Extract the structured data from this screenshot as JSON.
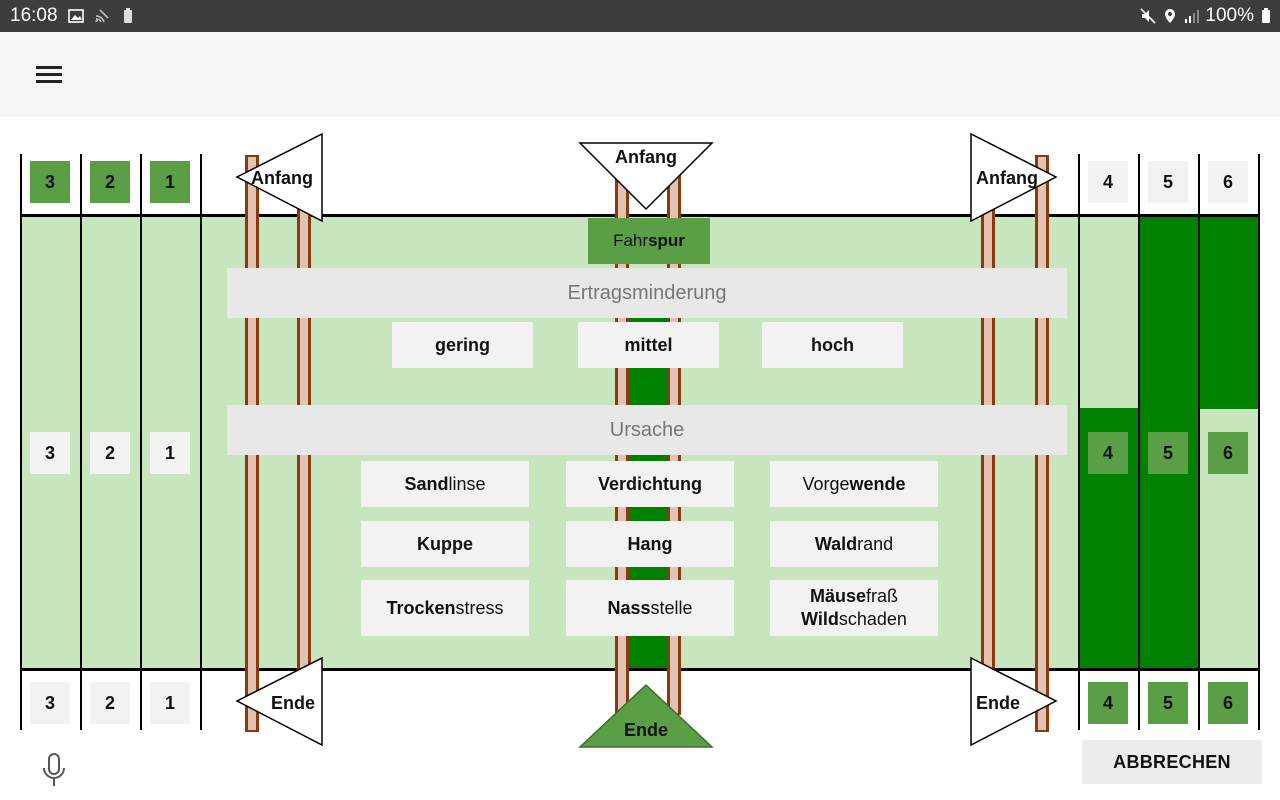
{
  "status_bar": {
    "time": "16:08",
    "battery": "100%",
    "left_icons": [
      "image-icon",
      "cast-icon",
      "battery-saver-icon"
    ],
    "right_icons": [
      "mute-icon",
      "location-icon",
      "signal-icon",
      "battery-icon"
    ]
  },
  "toolbar": {
    "menu_icon": "hamburger-menu-icon"
  },
  "colors": {
    "light_green": "#c8e6bd",
    "dark_green": "#008000",
    "accent_green": "#5a9f45",
    "post_border": "#8b3a0e",
    "post_fill": "#e0c3b3"
  },
  "left_numbers_top": [
    {
      "label": "3",
      "active": true
    },
    {
      "label": "2",
      "active": true
    },
    {
      "label": "1",
      "active": true
    }
  ],
  "left_numbers_mid": [
    {
      "label": "3",
      "active": false
    },
    {
      "label": "2",
      "active": false
    },
    {
      "label": "1",
      "active": false
    }
  ],
  "left_numbers_bottom": [
    {
      "label": "3",
      "active": false
    },
    {
      "label": "2",
      "active": false
    },
    {
      "label": "1",
      "active": false
    }
  ],
  "right_numbers_top": [
    {
      "label": "4",
      "active": false
    },
    {
      "label": "5",
      "active": false
    },
    {
      "label": "6",
      "active": false
    }
  ],
  "right_numbers_mid": [
    {
      "label": "4",
      "active": true
    },
    {
      "label": "5",
      "active": true
    },
    {
      "label": "6",
      "active": true
    }
  ],
  "right_numbers_bottom": [
    {
      "label": "4",
      "active": true
    },
    {
      "label": "5",
      "active": true
    },
    {
      "label": "6",
      "active": true
    }
  ],
  "markers": {
    "left_start": "Anfang",
    "center_start": "Anfang",
    "right_start": "Anfang",
    "left_end": "Ende",
    "center_end": "Ende",
    "right_end": "Ende"
  },
  "fahrspur": {
    "normal": "Fahr",
    "bold": "spur"
  },
  "ertragsminderung": {
    "title": "Ertragsminderung",
    "options": [
      "gering",
      "mittel",
      "hoch"
    ]
  },
  "ursache": {
    "title": "Ursache",
    "options": [
      {
        "bold": "Sand",
        "normal": "linse",
        "order": "bold-first"
      },
      {
        "bold": "Verdichtung",
        "normal": "",
        "order": "bold-first"
      },
      {
        "bold": "wende",
        "normal": "Vorge",
        "order": "normal-first"
      },
      {
        "bold": "Kuppe",
        "normal": "",
        "order": "bold-first"
      },
      {
        "bold": "Hang",
        "normal": "",
        "order": "bold-first"
      },
      {
        "bold": "Wald",
        "normal": "rand",
        "order": "bold-first"
      },
      {
        "bold": "Trocken",
        "normal": "stress",
        "order": "bold-first"
      },
      {
        "bold": "Nass",
        "normal": "stelle",
        "order": "bold-first"
      },
      {
        "bold": "Mäuse",
        "normal": "fraß",
        "order": "bold-first",
        "line2_bold": "Wild",
        "line2_normal": "schaden"
      }
    ]
  },
  "cancel_label": "ABBRECHEN",
  "mic_icon": "microphone-icon"
}
